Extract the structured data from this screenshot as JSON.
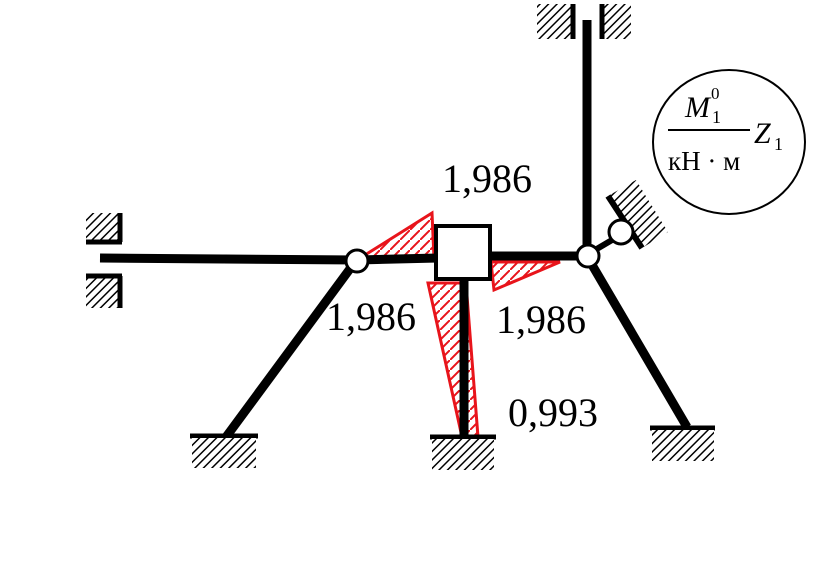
{
  "diagram": {
    "legend": {
      "numerator_symbol": "M",
      "numerator_subscript": "1",
      "numerator_superscript": "0",
      "denominator": "кН · м",
      "factor_symbol": "Z",
      "factor_subscript": "1"
    },
    "values": {
      "top_node_left": "1,986",
      "left_joint": "1,986",
      "right_span": "1,986",
      "column_bottom": "0,993"
    },
    "colors": {
      "frame": "#000000",
      "moment_diagram": "#e8141b",
      "background": "#ffffff"
    },
    "icons": [
      "fixed-support-icon",
      "sliding-clamp-icon",
      "hinge-icon",
      "roller-support-icon",
      "rigid-node-icon"
    ]
  }
}
